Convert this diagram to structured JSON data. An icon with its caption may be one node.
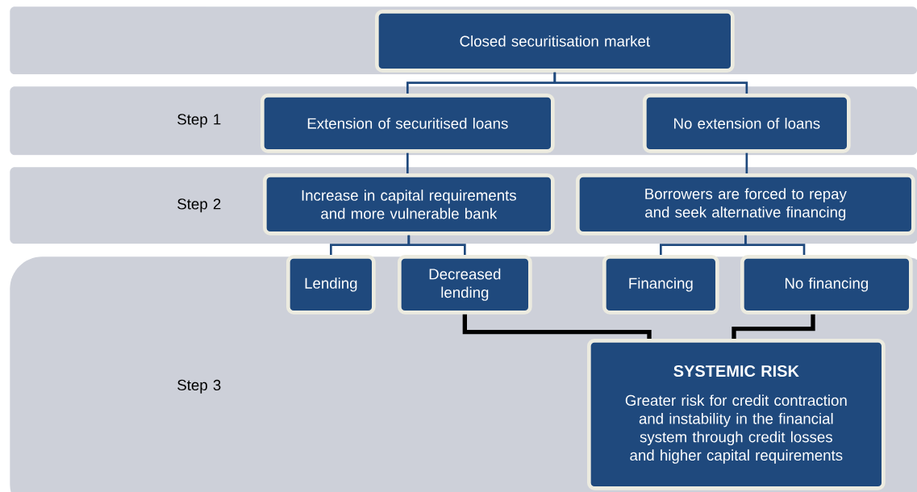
{
  "diagram": {
    "nodes": [
      {
        "text": [],
        "shape": "band"
      },
      {
        "text": [
          "Closed securitisation market"
        ],
        "in": 0
      },
      {
        "text": [
          "Step 1"
        ]
      },
      {
        "text": [
          "Extension of securitised loans"
        ],
        "in": 2
      },
      {
        "text": [
          "No extension of loans"
        ],
        "in": 2
      },
      {
        "text": [
          "Step 2"
        ]
      },
      {
        "text": [
          "Increase in capital requirements and more vulnerable bank"
        ],
        "in": 5
      },
      {
        "text": [
          "Borrowers are forced to repay and seek alternative financing"
        ],
        "in": 5
      },
      {
        "text": [
          "Step 3"
        ]
      },
      {
        "text": [
          "Lending"
        ],
        "in": 8
      },
      {
        "text": [
          "Decreased lending"
        ],
        "in": 8
      },
      {
        "text": [
          "Financing"
        ],
        "in": 8
      },
      {
        "text": [
          "No financing"
        ],
        "in": 8
      },
      {
        "text": [
          "SYSTEMIC RISK",
          "Greater risk for credit contraction and instability in the financial system through credit losses and higher capital requirements"
        ],
        "in": 8
      }
    ],
    "edges": [
      {
        "from": 1,
        "to": 3,
        "arrow": "none"
      },
      {
        "from": 1,
        "to": 4,
        "arrow": "none"
      },
      {
        "from": 3,
        "to": 6,
        "arrow": "none"
      },
      {
        "from": 4,
        "to": 7,
        "arrow": "none"
      },
      {
        "from": 6,
        "to": 9,
        "arrow": "none"
      },
      {
        "from": 6,
        "to": 10,
        "arrow": "none"
      },
      {
        "from": 7,
        "to": 11,
        "arrow": "none"
      },
      {
        "from": 7,
        "to": 12,
        "arrow": "none"
      },
      {
        "from": 10,
        "to": 13,
        "arrow": "none",
        "style": "thick",
        "color": "#000000"
      },
      {
        "from": 12,
        "to": 13,
        "arrow": "none",
        "style": "thick",
        "color": "#000000"
      }
    ]
  }
}
